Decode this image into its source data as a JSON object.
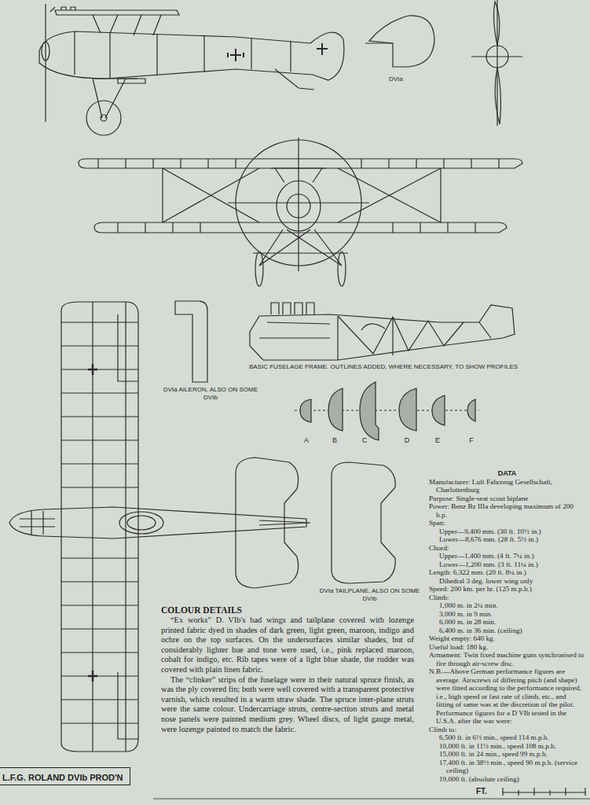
{
  "diagram": {
    "nodes": [
      {
        "text": [
          "L.F.G. ROLAND DVIb PROD'N"
        ]
      }
    ],
    "labels": [
      "DVIa",
      "BASIC FUSELAGE FRAME. OUTLINES ADDED, WHERE NECESSARY, TO SHOW PROFILES",
      "DVIa AILERON, ALSO ON SOME DVIb",
      "A",
      "B",
      "C",
      "D",
      "E",
      "F",
      "DVIa TAILPLANE, ALSO ON SOME DVIb",
      "COLOUR DETAILS",
      "“Ex works” D. VIb's had wings and tailplane covered with lozenge printed fabric dyed in shades of dark green, light green, maroon, indigo and ochre on the top surfaces. On the undersurfaces similar shades, but of considerably lighter hue and tone were used, i.e., pink replaced maroon, cobalt for indigo, etc. Rib tapes were of a light blue shade, the rudder was covered with plain linen fabric.",
      "The “clinker” strips of the fuselage were in their natural spruce finish, as was the ply covered fin; both were well covered with a transparent protective varnish, which resulted in a warm straw shade. The spruce inter-plane struts were the same colour. Undercarriage struts, centre-section struts and metal nose panels were painted medium grey. Wheel discs, of light gauge metal, were lozenge painted to match the fabric.",
      "DATA",
      "Manufacturer: Luft Fahrzeug Gesellschaft, Charlottenburg",
      "Purpose: Single-seat scout biplane",
      "Power: Benz Bz IIIa developing maximum of 200 h.p.",
      "Span:",
      "Upper—9,400 mm. (30 ft. 10½ in.)",
      "Lower—8,676 mm. (28 ft. 5½ in.)",
      "Chord:",
      "Upper—1,400 mm. (4 ft. 7¼ in.)",
      "Lower—1,200 mm. (3 ft. 11¼ in.)",
      "Length: 6,322 mm. (20 ft. 8¼ in.)",
      "Dihedral 3 deg. lower wing only",
      "Speed: 200 km. per hr. (125 m.p.h.)",
      "Climb:",
      "1,000 m. in 2¼ min.",
      "3,000 m. in 9 min.",
      "6,000 m. in 28 min.",
      "6,400 m. in 36 min. (ceiling)",
      "Weight empty: 640 kg.",
      "Useful load: 180 kg.",
      "Armament: Twin fixed machine guns synchronised to fire through air-screw disc.",
      "N.B.—Above German performance figures are average. Airscrews of differing pitch (and shape) were fitted according to the performance required, i.e., high speed or fast rate of climb, etc., and fitting of same was at the discretion of the pilot. Performance figures for a D VIb tested in the U.S.A. after the war were:",
      "Climb to:",
      "6,500 ft. in 6½ min., speed 114 m.p.h.",
      "10,000 ft. in 11½ min., speed 108 m.p.h.",
      "15,000 ft. in 24 min., speed 99 m.p.h.",
      "17,400 ft. in 38½ min., speed 90 m.p.h. (service ceiling)",
      "19,000 ft. (absolute ceiling)",
      "FT."
    ]
  }
}
